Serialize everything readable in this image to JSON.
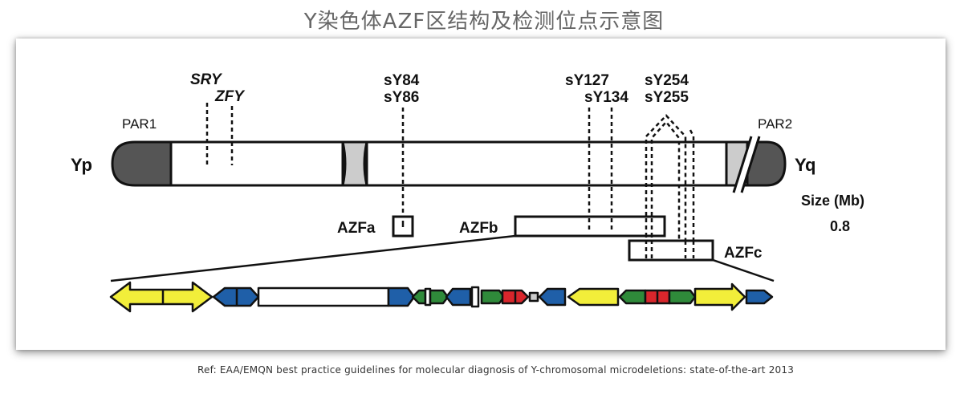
{
  "title": "Y染色体AZF区结构及检测位点示意图",
  "labels": {
    "yp": "Yp",
    "yq": "Yq",
    "par1": "PAR1",
    "par2": "PAR2",
    "sry": "SRY",
    "zfy": "ZFY",
    "sy84": "sY84",
    "sy86": "sY86",
    "sy127": "sY127",
    "sy134": "sY134",
    "sy254": "sY254",
    "sy255": "sY255",
    "azfa": "AZFa",
    "azfb": "AZFb",
    "azfc": "AZFc",
    "size_label": "Size (Mb)",
    "size_value": "0.8"
  },
  "reference": "Ref: EAA/EMQN best practice guidelines for molecular diagnosis of Y-chromosomal microdeletions: state-of-the-art 2013",
  "colors": {
    "yellow": "#f2ee3a",
    "blue": "#1f5fa8",
    "green": "#2f8a3a",
    "red": "#d9262c",
    "gray": "#cccccc",
    "dark": "#555555"
  }
}
